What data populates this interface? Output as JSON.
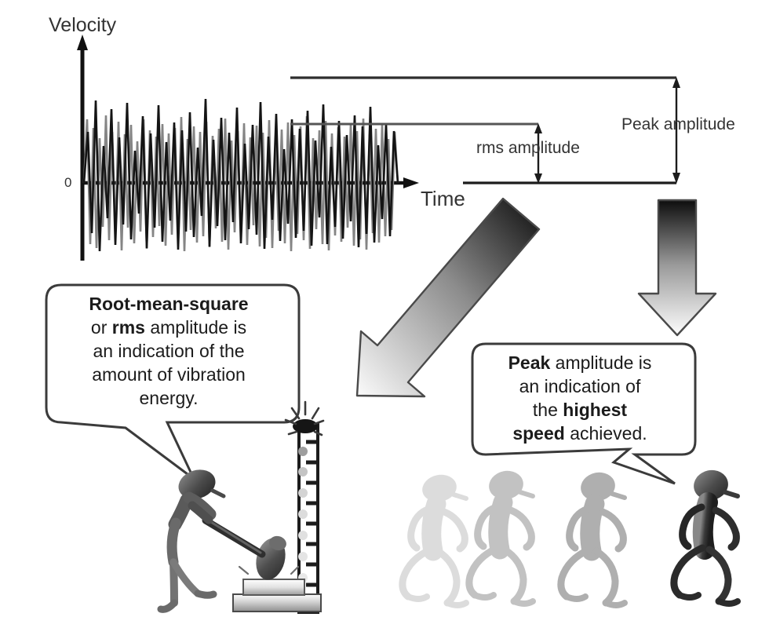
{
  "figure": {
    "title": "Vibration amplitude: rms vs peak",
    "axis": {
      "y_label": "Velocity",
      "x_label": "Time",
      "origin_label": "0"
    },
    "annotations": {
      "rms_amplitude": "rms amplitude",
      "peak_amplitude": "Peak amplitude"
    },
    "callouts": [
      {
        "name": "rms-callout",
        "lines": [
          {
            "segments": [
              {
                "text": "Root-mean-square",
                "bold": true
              }
            ]
          },
          {
            "segments": [
              {
                "text": "or ",
                "bold": false
              },
              {
                "text": "rms",
                "bold": true
              },
              {
                "text": " amplitude is",
                "bold": false
              }
            ]
          },
          {
            "segments": [
              {
                "text": "an indication of the",
                "bold": false
              }
            ]
          },
          {
            "segments": [
              {
                "text": "amount of vibration",
                "bold": false
              }
            ]
          },
          {
            "segments": [
              {
                "text": "energy.",
                "bold": false
              }
            ]
          }
        ]
      },
      {
        "name": "peak-callout",
        "lines": [
          {
            "segments": [
              {
                "text": "Peak",
                "bold": true
              },
              {
                "text": " amplitude is",
                "bold": false
              }
            ]
          },
          {
            "segments": [
              {
                "text": "an indication of",
                "bold": false
              }
            ]
          },
          {
            "segments": [
              {
                "text": "the ",
                "bold": false
              },
              {
                "text": "highest",
                "bold": true
              }
            ]
          },
          {
            "segments": [
              {
                "text": "speed",
                "bold": true
              },
              {
                "text": " achieved.",
                "bold": false
              }
            ]
          }
        ]
      }
    ],
    "illustrations": [
      {
        "name": "high-striker-strength-tester",
        "description": "stick figure swinging a mallet at a high-striker, bell ringing at top"
      },
      {
        "name": "running-figures",
        "description": "four stick figures running, fading from light grey to dark grey"
      }
    ],
    "arrows": [
      {
        "name": "diagonal-arrow-to-rms",
        "direction": "down-left"
      },
      {
        "name": "vertical-arrow-to-peak",
        "direction": "down"
      }
    ],
    "colors": {
      "ink": "#1a1a1a",
      "axis": "#111111",
      "wave_dark": "#111111",
      "wave_grey": "#777777",
      "arrow_dark": "#111111",
      "arrow_light": "#f2f2f2",
      "figure_dark": "#3a3a3a",
      "figure_light": "#d8d8d8",
      "background": "#ffffff"
    }
  },
  "chart_data": {
    "type": "line",
    "title": "Velocity vs Time vibration waveform",
    "xlabel": "Time",
    "ylabel": "Velocity",
    "ylim": [
      -100,
      100
    ],
    "xlim": [
      0,
      100
    ],
    "grid": false,
    "legend": null,
    "reference_lines": [
      {
        "label": "Peak amplitude",
        "value": 95,
        "style": "solid-dark"
      },
      {
        "label": "rms amplitude",
        "value": 51,
        "style": "solid-grey"
      },
      {
        "label": "0",
        "value": 0,
        "style": "axis"
      }
    ],
    "series": [
      {
        "name": "velocity-dark",
        "color": "#111111",
        "values": [
          0,
          62,
          -58,
          88,
          -90,
          40,
          -48,
          74,
          -88,
          56,
          -52,
          92,
          -84,
          44,
          -60,
          80,
          -94,
          66,
          -40,
          90,
          -86,
          50,
          -54,
          84,
          -92,
          38,
          -46,
          76,
          -82,
          60,
          -58,
          95,
          -90,
          42,
          -50,
          70,
          -86,
          54,
          -44,
          88,
          -80,
          34,
          -56,
          78,
          -90,
          62,
          -48,
          92,
          -84,
          40,
          -52,
          72,
          -88,
          58,
          -42,
          86,
          -94,
          46,
          -60,
          80,
          -78,
          36,
          -54,
          90,
          -86,
          52,
          -46,
          74,
          -82,
          64,
          -58,
          88,
          -92,
          42,
          -50,
          76,
          -84,
          56,
          -44,
          90,
          -80,
          38,
          -62,
          82,
          -88,
          48,
          -52,
          94,
          -86,
          44,
          -58,
          70,
          -90,
          60,
          -46,
          84,
          -78,
          40,
          -54,
          0
        ]
      },
      {
        "name": "velocity-grey",
        "color": "#808080",
        "values": [
          0,
          54,
          -66,
          80,
          -82,
          48,
          -40,
          86,
          -78,
          44,
          -60,
          82,
          -92,
          52,
          -48,
          72,
          -86,
          58,
          -52,
          82,
          -94,
          42,
          -62,
          76,
          -84,
          46,
          -54,
          84,
          -90,
          52,
          -50,
          88,
          -82,
          36,
          -58,
          78,
          -94,
          62,
          -40,
          80,
          -86,
          44,
          -48,
          86,
          -78,
          54,
          -62,
          84,
          -90,
          48,
          -44,
          80,
          -82,
          64,
          -54,
          78,
          -88,
          40,
          -52,
          86,
          -84,
          44,
          -60,
          82,
          -92,
          58,
          -48,
          70,
          -86,
          56,
          -40,
          92,
          -80,
          38,
          -56,
          84,
          -88,
          50,
          -46,
          82,
          -78,
          42,
          -58,
          88,
          -84,
          54,
          -50,
          86,
          -90,
          48,
          -62,
          76,
          -82,
          64,
          -44,
          88,
          -86,
          36,
          -52,
          0
        ]
      }
    ]
  }
}
